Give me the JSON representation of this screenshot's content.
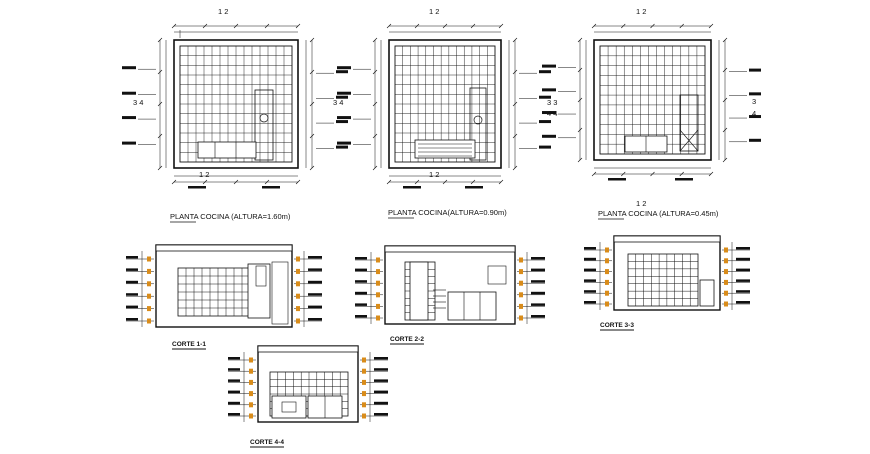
{
  "plans": [
    {
      "id": "plan-1",
      "title": "PLANTA COCINA (ALTURA=1.60m)",
      "top": "1 2",
      "bottom": "1 2",
      "left": "3 4",
      "right": "3 4"
    },
    {
      "id": "plan-2",
      "title": "PLANTA COCINA(ALTURA=0.90m)",
      "top": "1 2",
      "bottom": "1 2",
      "left": "",
      "right": "3 3 4 4"
    },
    {
      "id": "plan-3",
      "title": "PLANTA COCINA  (ALTURA=0.45m)",
      "top": "1 2",
      "bottom": "1 2",
      "left": "",
      "right": "3 4"
    }
  ],
  "sections": [
    {
      "id": "section-1",
      "title": "CORTE 1-1"
    },
    {
      "id": "section-2",
      "title": "CORTE 2-2"
    },
    {
      "id": "section-3",
      "title": "CORTE 3-3"
    },
    {
      "id": "section-4",
      "title": "CORTE 4-4"
    }
  ],
  "colors": {
    "line": "#111111",
    "tag": "#d98c1a",
    "paper": "#ffffff"
  }
}
